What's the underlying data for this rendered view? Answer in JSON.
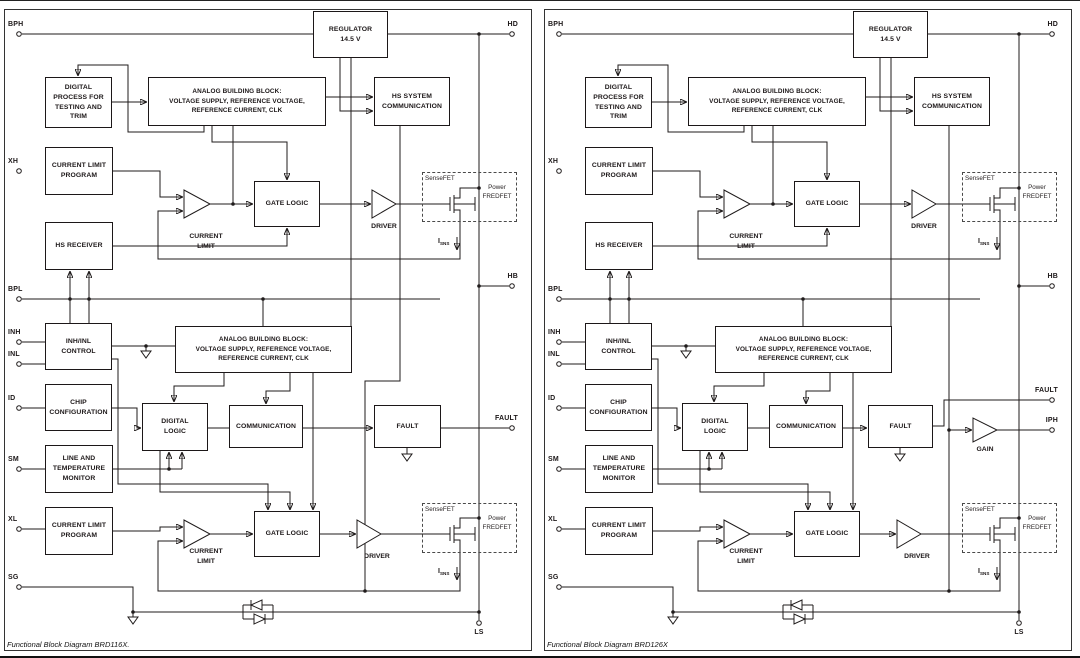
{
  "shared": {
    "pins": {
      "bph": "BPH",
      "xh": "XH",
      "bpl": "BPL",
      "inh": "INH",
      "inl": "INL",
      "id": "ID",
      "sm": "SM",
      "xl": "XL",
      "sg": "SG",
      "hd": "HD",
      "hb": "HB",
      "fault": "FAULT",
      "iph": "IPH",
      "ls": "LS"
    },
    "blocks": {
      "regulator": "REGULATOR\n14.5 V",
      "digital_process": "DIGITAL\nPROCESS FOR\nTESTING AND\nTRIM",
      "analog_block": "ANALOG BUILDING BLOCK:\nVOLTAGE SUPPLY, REFERENCE VOLTAGE,\nREFERENCE CURRENT, CLK",
      "hs_system_comm": "HS SYSTEM\nCOMMUNICATION",
      "current_limit_program": "CURRENT LIMIT\nPROGRAM",
      "gate_logic": "GATE LOGIC",
      "hs_receiver": "HS RECEIVER",
      "inh_inl_control": "INH/INL\nCONTROL",
      "chip_configuration": "CHIP\nCONFIGURATION",
      "digital_logic": "DIGITAL\nLOGIC",
      "communication": "COMMUNICATION",
      "fault": "FAULT",
      "line_temp_monitor": "LINE AND\nTEMPERATURE\nMONITOR"
    },
    "amps": {
      "current_limit": "CURRENT\nLIMIT",
      "driver": "DRIVER",
      "gain": "GAIN"
    },
    "fet": {
      "sensefet": "SenseFET",
      "power_fredfet": "Power\nFREDFET",
      "isns_base": "I",
      "isns_sub": "SNS"
    }
  },
  "panels": [
    {
      "caption": "Functional Block Diagram BRD116X."
    },
    {
      "caption": "Functional Block Diagram BRD126X"
    }
  ]
}
